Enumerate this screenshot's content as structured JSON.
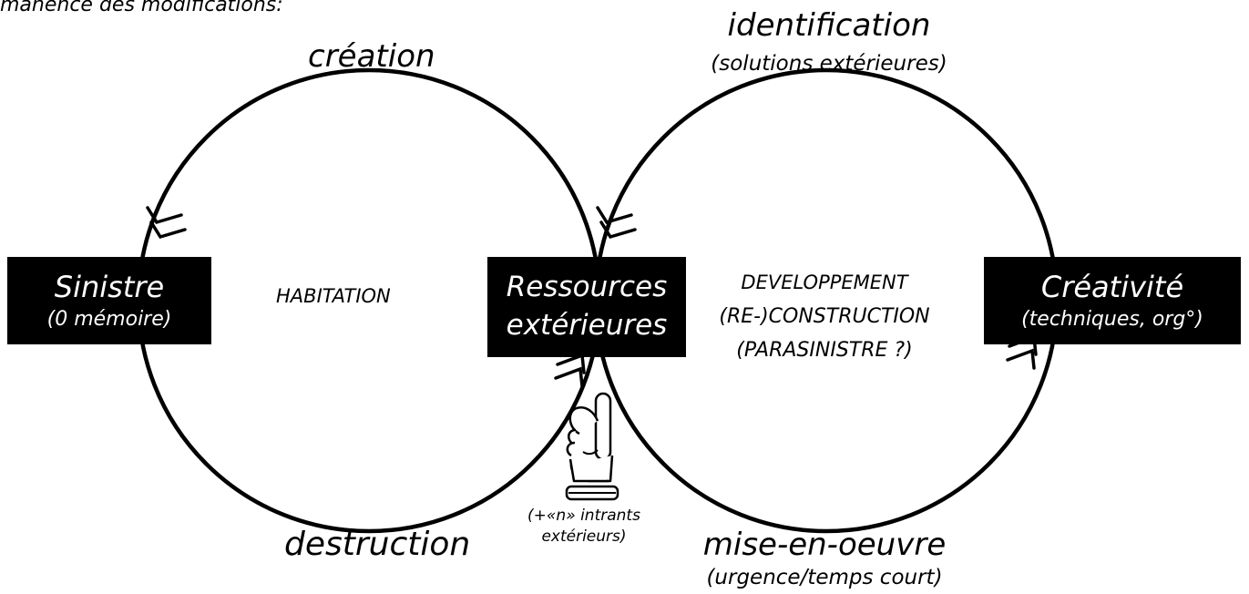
{
  "header_fragment": "manence des modifications:",
  "left_cycle": {
    "top_label": "création",
    "bottom_label": "destruction",
    "center_label": "HABITATION"
  },
  "right_cycle": {
    "top_label": "identification",
    "top_sublabel": "(solutions extérieures)",
    "bottom_label": "mise-en-oeuvre",
    "bottom_sublabel": "(urgence/temps court)",
    "center_lines": [
      "DEVELOPPEMENT",
      "(RE-)CONSTRUCTION",
      "(PARASINISTRE ?)"
    ]
  },
  "nodes": {
    "left": {
      "title": "Sinistre",
      "subtitle": "(0 mémoire)"
    },
    "middle": {
      "line1": "Ressources",
      "line2": "extérieures"
    },
    "right": {
      "title": "Créativité",
      "subtitle": "(techniques, org°)"
    }
  },
  "inputs_note": {
    "line1": "(+«n» intrants",
    "line2": "extérieurs)"
  },
  "icons": {
    "pointer": "pointing-hand-icon",
    "arrowheads": "double-chevron-arrow-icon"
  }
}
